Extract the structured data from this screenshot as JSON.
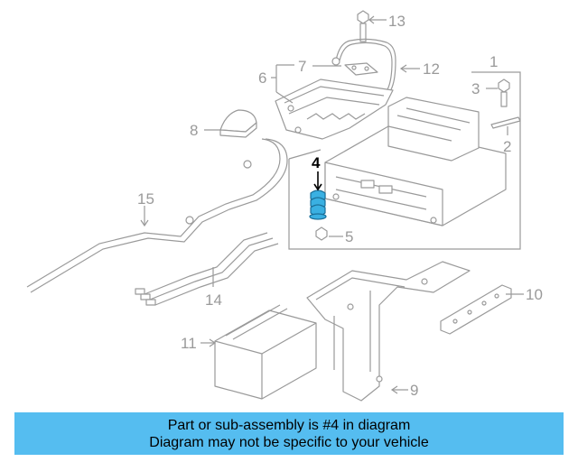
{
  "diagram": {
    "callouts": [
      {
        "id": "1",
        "label": "1"
      },
      {
        "id": "2",
        "label": "2"
      },
      {
        "id": "3",
        "label": "3"
      },
      {
        "id": "4",
        "label": "4",
        "highlighted": true
      },
      {
        "id": "5",
        "label": "5"
      },
      {
        "id": "6",
        "label": "6"
      },
      {
        "id": "7",
        "label": "7"
      },
      {
        "id": "8",
        "label": "8"
      },
      {
        "id": "9",
        "label": "9"
      },
      {
        "id": "10",
        "label": "10"
      },
      {
        "id": "11",
        "label": "11"
      },
      {
        "id": "12",
        "label": "12"
      },
      {
        "id": "13",
        "label": "13"
      },
      {
        "id": "14",
        "label": "14"
      },
      {
        "id": "15",
        "label": "15"
      }
    ],
    "highlight_color": "#3ab0e2",
    "line_color": "#9a9a9a"
  },
  "banner": {
    "line1": "Part or sub-assembly is #4 in diagram",
    "line2": "Diagram may not be specific to your vehicle",
    "background": "#55bdf0"
  }
}
